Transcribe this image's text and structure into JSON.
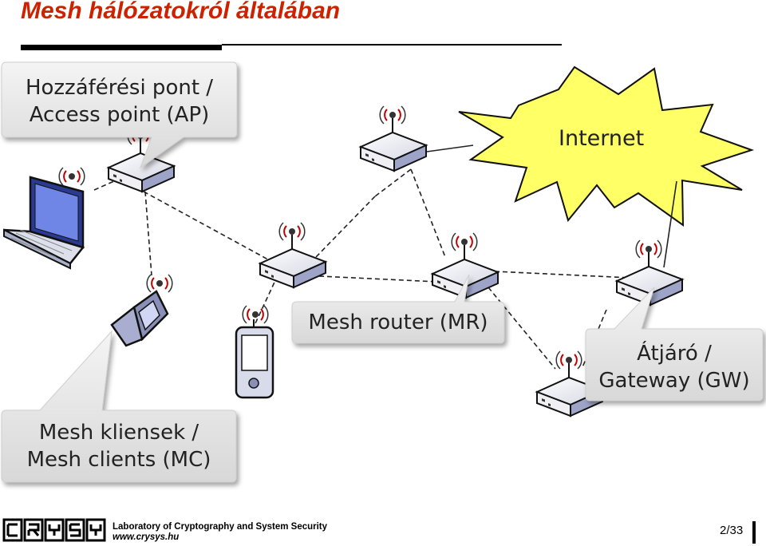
{
  "slide": {
    "title": "Mesh hálózatokról általában"
  },
  "internet": {
    "label": "Internet"
  },
  "callouts": {
    "access_point": {
      "line1": "Hozzáférési pont /",
      "line2": "Access point (AP)"
    },
    "mesh_router": {
      "line1": "Mesh router (MR)"
    },
    "gateway": {
      "line1": "Átjáró /",
      "line2": "Gateway (GW)"
    },
    "mesh_clients": {
      "line1": "Mesh kliensek /",
      "line2": "Mesh clients (MC)"
    }
  },
  "footer": {
    "lab": "Laboratory of Cryptography and System Security",
    "url": "www.crysys.hu",
    "page": "2/33"
  },
  "colors": {
    "title": "#cc2200",
    "internet_fill": "#ffff66",
    "callout_fill": "#e4e4e4"
  }
}
